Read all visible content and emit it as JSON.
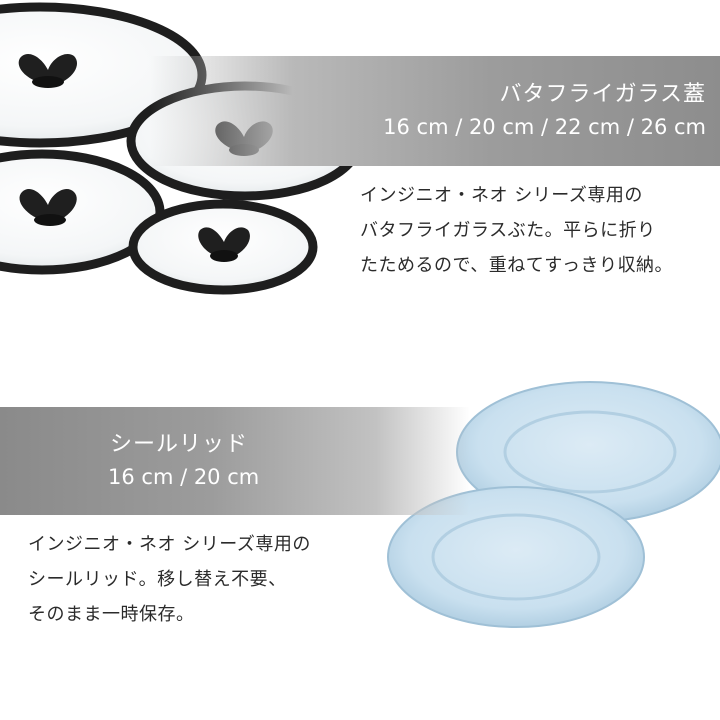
{
  "butterfly_lid": {
    "title": "バタフライガラス蓋",
    "sizes": "16 cm / 20 cm / 22 cm / 26 cm",
    "description": [
      "インジニオ・ネオ シリーズ専用の",
      "バタフライガラスぶた。平らに折り",
      "たためるので、重ねてすっきり収納。"
    ]
  },
  "seal_lid": {
    "title": "シールリッド",
    "sizes": "16 cm / 20 cm",
    "description": [
      "インジニオ・ネオ シリーズ専用の",
      "シールリッド。移し替え不要、",
      "そのまま一時保存。"
    ]
  },
  "colors": {
    "band_gray": "#9c9c9c",
    "lid_rim": "#1e1e1e",
    "seal_lid_blue": "#c9e0ef"
  }
}
